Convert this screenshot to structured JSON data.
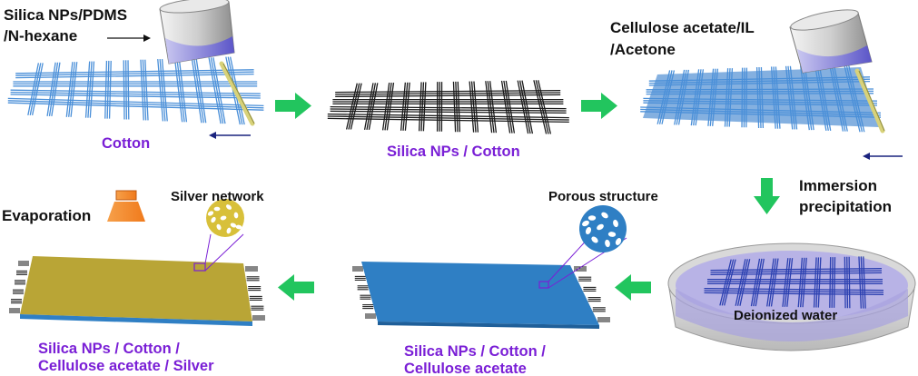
{
  "labels": {
    "silica_pdms_line1": "Silica NPs/PDMS",
    "silica_pdms_line2": "/N-hexane",
    "cotton": "Cotton",
    "silica_cotton": "Silica NPs / Cotton",
    "cellulose_line1": "Cellulose acetate/IL",
    "cellulose_line2": "/Acetone",
    "immersion_line1": "Immersion",
    "immersion_line2": "precipitation",
    "deionized_water": "Deionized water",
    "porous_structure": "Porous structure",
    "silver_network": "Silver network",
    "evaporation": "Evaporation",
    "step5_line1": "Silica NPs / Cotton  /",
    "step5_line2": "Cellulose acetate",
    "step6_line1": "Silica NPs / Cotton  /",
    "step6_line2": "Cellulose acetate / Silver"
  },
  "colors": {
    "flow_arrow": "#22c55e",
    "caption_purple": "#7a1fd6",
    "cotton_fiber": "#4a8fd8",
    "silica_fiber": "#1a1a1a",
    "membrane_blue": "#2f7fc4",
    "silver_gold": "#b9a536",
    "water": "#b8b3e6",
    "direction_arrow": "#1a237e"
  },
  "icons": [
    "beaker-icon",
    "evaporation-source-icon",
    "porous-structure-icon",
    "silver-network-icon"
  ]
}
